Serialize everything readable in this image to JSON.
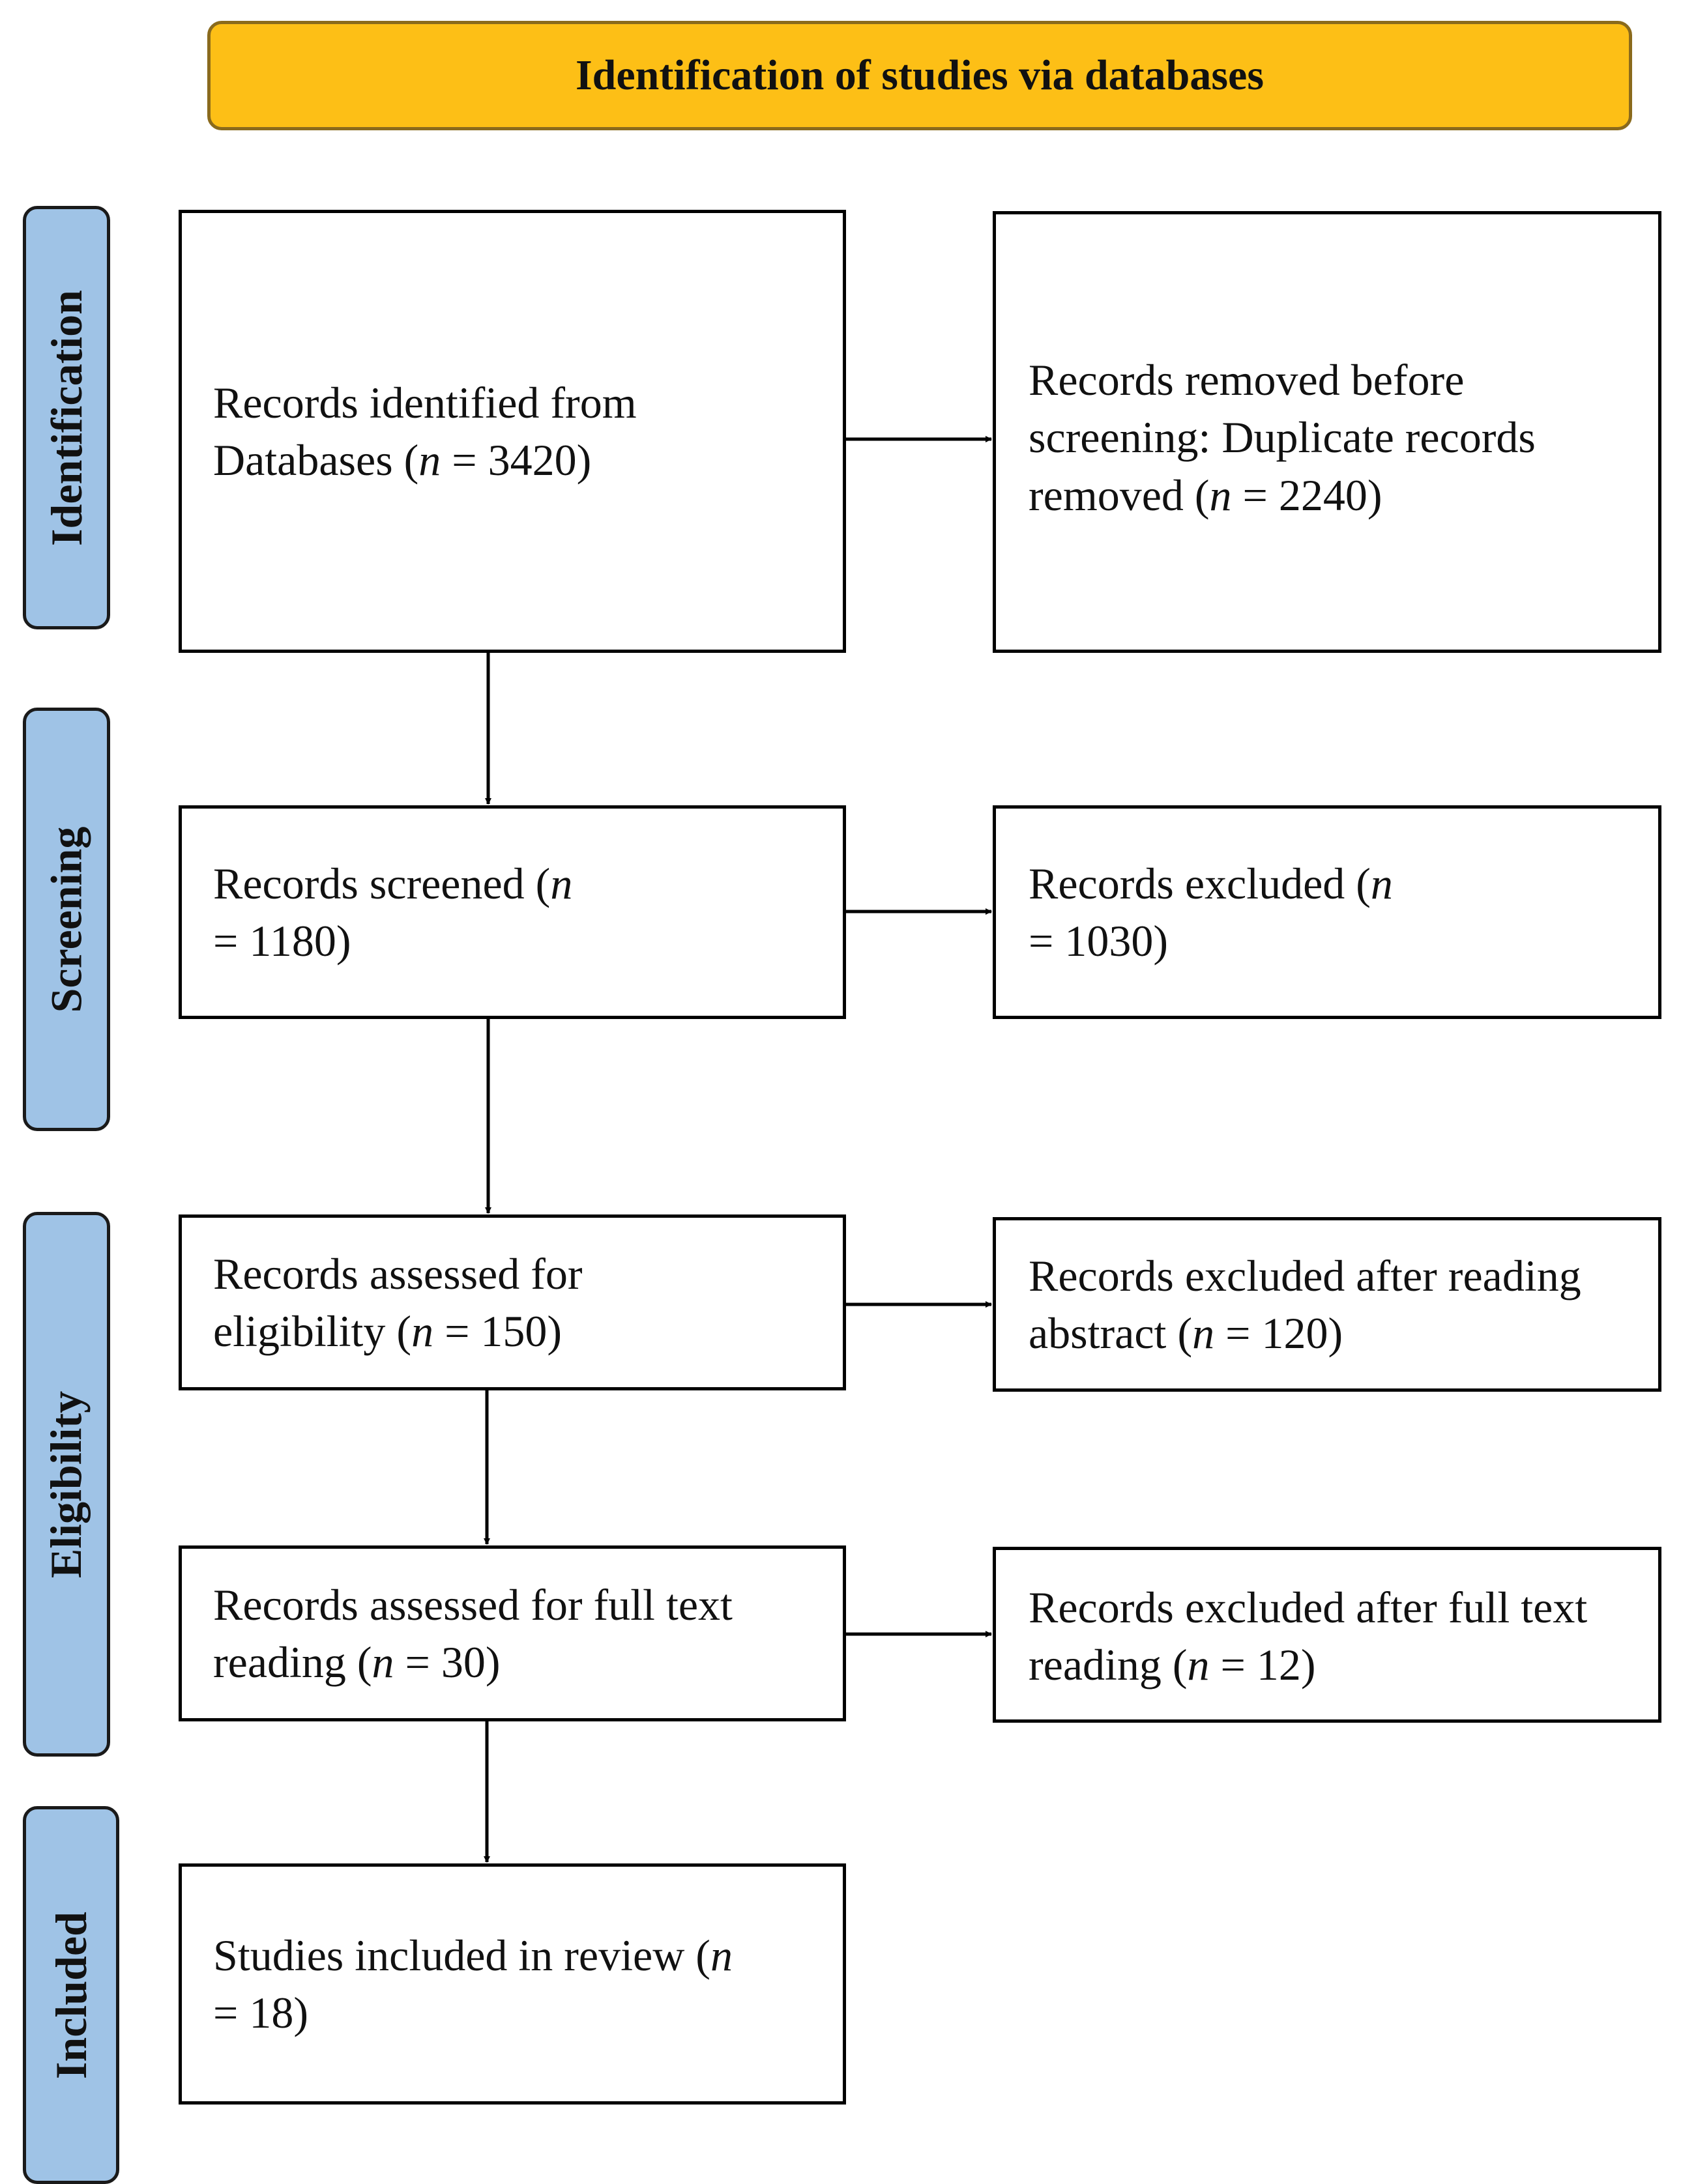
{
  "header": {
    "title": "Identification of studies via databases"
  },
  "phases": {
    "identification": "Identification",
    "screening": "Screening",
    "eligibility": "Eligibility",
    "included": "Included"
  },
  "boxes": {
    "records_identified": {
      "pre": "Records identified from Databases (",
      "n": "n",
      "post": " = 3420)"
    },
    "records_removed": {
      "pre": "Records removed before screening: Duplicate records removed (",
      "n": "n",
      "post": " = 2240)"
    },
    "records_screened": {
      "pre": "Records screened (",
      "n": "n",
      "post": " = 1180)"
    },
    "records_excluded": {
      "pre": "Records excluded (",
      "n": "n",
      "post": " = 1030)"
    },
    "records_eligibility": {
      "pre": "Records assessed for eligibility (",
      "n": "n",
      "post": " = 150)"
    },
    "excluded_abstract": {
      "pre": "Records excluded after reading abstract (",
      "n": "n",
      "post": " = 120)"
    },
    "records_fulltext": {
      "pre": "Records assessed for full text reading (",
      "n": "n",
      "post": " = 30)"
    },
    "excluded_fulltext": {
      "pre": "Records excluded after full text reading (",
      "n": "n",
      "post": " = 12)"
    },
    "studies_included": {
      "pre": "Studies included in review (",
      "n": "n",
      "post": " = 18)"
    }
  }
}
